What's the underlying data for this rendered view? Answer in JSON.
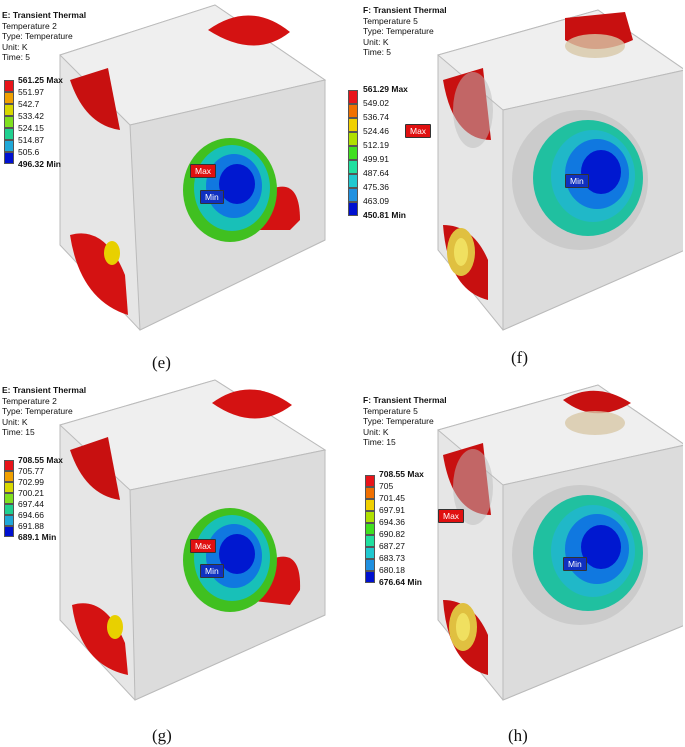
{
  "panels": [
    {
      "id": "e",
      "header": [
        "E: Transient Thermal",
        "Temperature 2",
        "Type: Temperature",
        "Unit: K",
        "Time: 5"
      ],
      "legend": [
        "561.25 Max",
        "551.97",
        "542.7",
        "533.42",
        "524.15",
        "514.87",
        "505.6",
        "496.32 Min"
      ],
      "caption": "(e)",
      "probe_max": "Max",
      "probe_min": "Min"
    },
    {
      "id": "f",
      "header": [
        "F: Transient Thermal",
        "Temperature 5",
        "Type: Temperature",
        "Unit: K",
        "Time: 5"
      ],
      "legend": [
        "561.29 Max",
        "549.02",
        "536.74",
        "524.46",
        "512.19",
        "499.91",
        "487.64",
        "475.36",
        "463.09",
        "450.81 Min"
      ],
      "caption": "(f)",
      "probe_max": "Max",
      "probe_min": "Min"
    },
    {
      "id": "g",
      "header": [
        "E: Transient Thermal",
        "Temperature 2",
        "Type: Temperature",
        "Unit: K",
        "Time: 15"
      ],
      "legend": [
        "708.55 Max",
        "705.77",
        "702.99",
        "700.21",
        "697.44",
        "694.66",
        "691.88",
        "689.1 Min"
      ],
      "caption": "(g)",
      "probe_max": "Max",
      "probe_min": "Min"
    },
    {
      "id": "h",
      "header": [
        "F: Transient Thermal",
        "Temperature 5",
        "Type: Temperature",
        "Unit: K",
        "Time: 15"
      ],
      "legend": [
        "708.55 Max",
        "705",
        "701.45",
        "697.91",
        "694.36",
        "690.82",
        "687.27",
        "683.73",
        "680.18",
        "676.64 Min"
      ],
      "caption": "(h)",
      "probe_max": "Max",
      "probe_min": "Min"
    }
  ],
  "colors": {
    "legend8": [
      "#e8141a",
      "#f0a000",
      "#d8d800",
      "#80e020",
      "#20d090",
      "#20a8d8",
      "#1060e0",
      "#0010d0"
    ],
    "legend10": [
      "#e8141a",
      "#f07000",
      "#f0d000",
      "#b0e000",
      "#40e020",
      "#20e0a0",
      "#20c8d0",
      "#2090e0",
      "#1050e0",
      "#0010d0"
    ]
  }
}
